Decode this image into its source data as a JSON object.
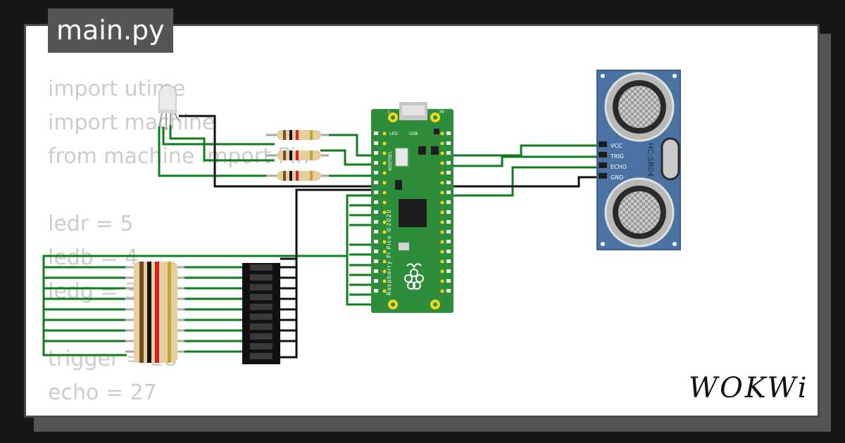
{
  "file_tab": {
    "label": "main.py"
  },
  "code_lines": [
    "import utime",
    "import machine",
    "from machine import Pin",
    "",
    "ledr = 5",
    "ledb = 4",
    "ledg = 3",
    "",
    "trigger = 28",
    "echo = 27"
  ],
  "pico": {
    "label": "Raspberry Pi Pico ©2020",
    "led_label": "LED",
    "usb_label": "USB",
    "bootsel_label": "BOOTSEL",
    "pin1_label": "1",
    "pin39_label": "39"
  },
  "sensor": {
    "name": "HC-SR04",
    "pins": [
      "VCC",
      "TRIG",
      "ECHO",
      "GND"
    ]
  },
  "logo": {
    "text": "WOKWi"
  },
  "colors": {
    "wire_green": "#0d7c1c",
    "wire_black": "#111111",
    "pico_board": "#2d8d3a",
    "sensor_board": "#4a73a4"
  }
}
